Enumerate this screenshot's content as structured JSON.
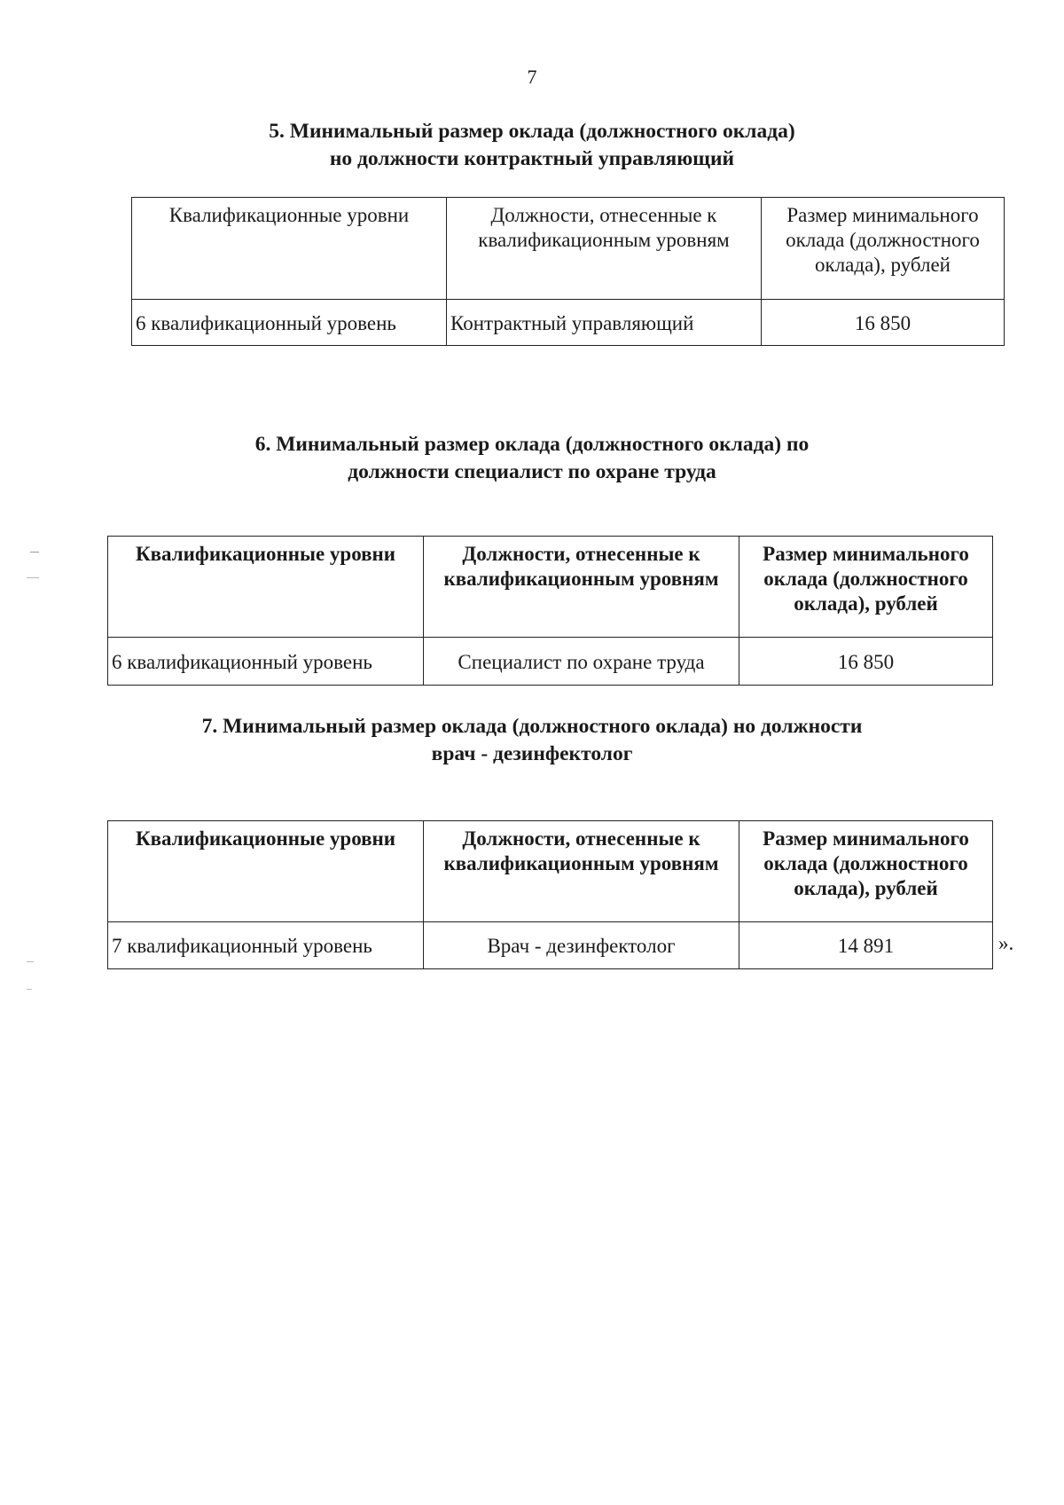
{
  "page": {
    "number": "7"
  },
  "sections": [
    {
      "title_line1": "5. Минимальный размер оклада (должностного оклада)",
      "title_line2": "но должности контрактный управляющий",
      "headers": [
        "Квалификационные уровни",
        "Должности, отнесенные к квалификационным уровням",
        "Размер минимального оклада (должностного оклада), рублей"
      ],
      "row": {
        "level": "6 квалификационный уровень",
        "position": "Контрактный управляющий",
        "salary": "16 850"
      }
    },
    {
      "title_line1": "6. Минимальный размер оклада (должностного оклада) по",
      "title_line2": "должности специалист по охране труда",
      "headers": [
        "Квалификационные уровни",
        "Должности, отнесенные к квалификационным уровням",
        "Размер минимального оклада (должностного оклада), рублей"
      ],
      "row": {
        "level": "6 квалификационный уровень",
        "position": "Специалист по охране труда",
        "salary": "16 850"
      }
    },
    {
      "title_line1": "7. Минимальный размер оклада (должностного оклада) но должности",
      "title_line2": "врач - дезинфектолог",
      "headers": [
        "Квалификационные уровни",
        "Должности, отнесенные к квалификационным уровням",
        "Размер минимального оклада (должностного оклада), рублей"
      ],
      "row": {
        "level": "7 квалификационный уровень",
        "position": "Врач - дезинфектолог",
        "salary": "14 891"
      }
    }
  ],
  "closing_quote": "»."
}
